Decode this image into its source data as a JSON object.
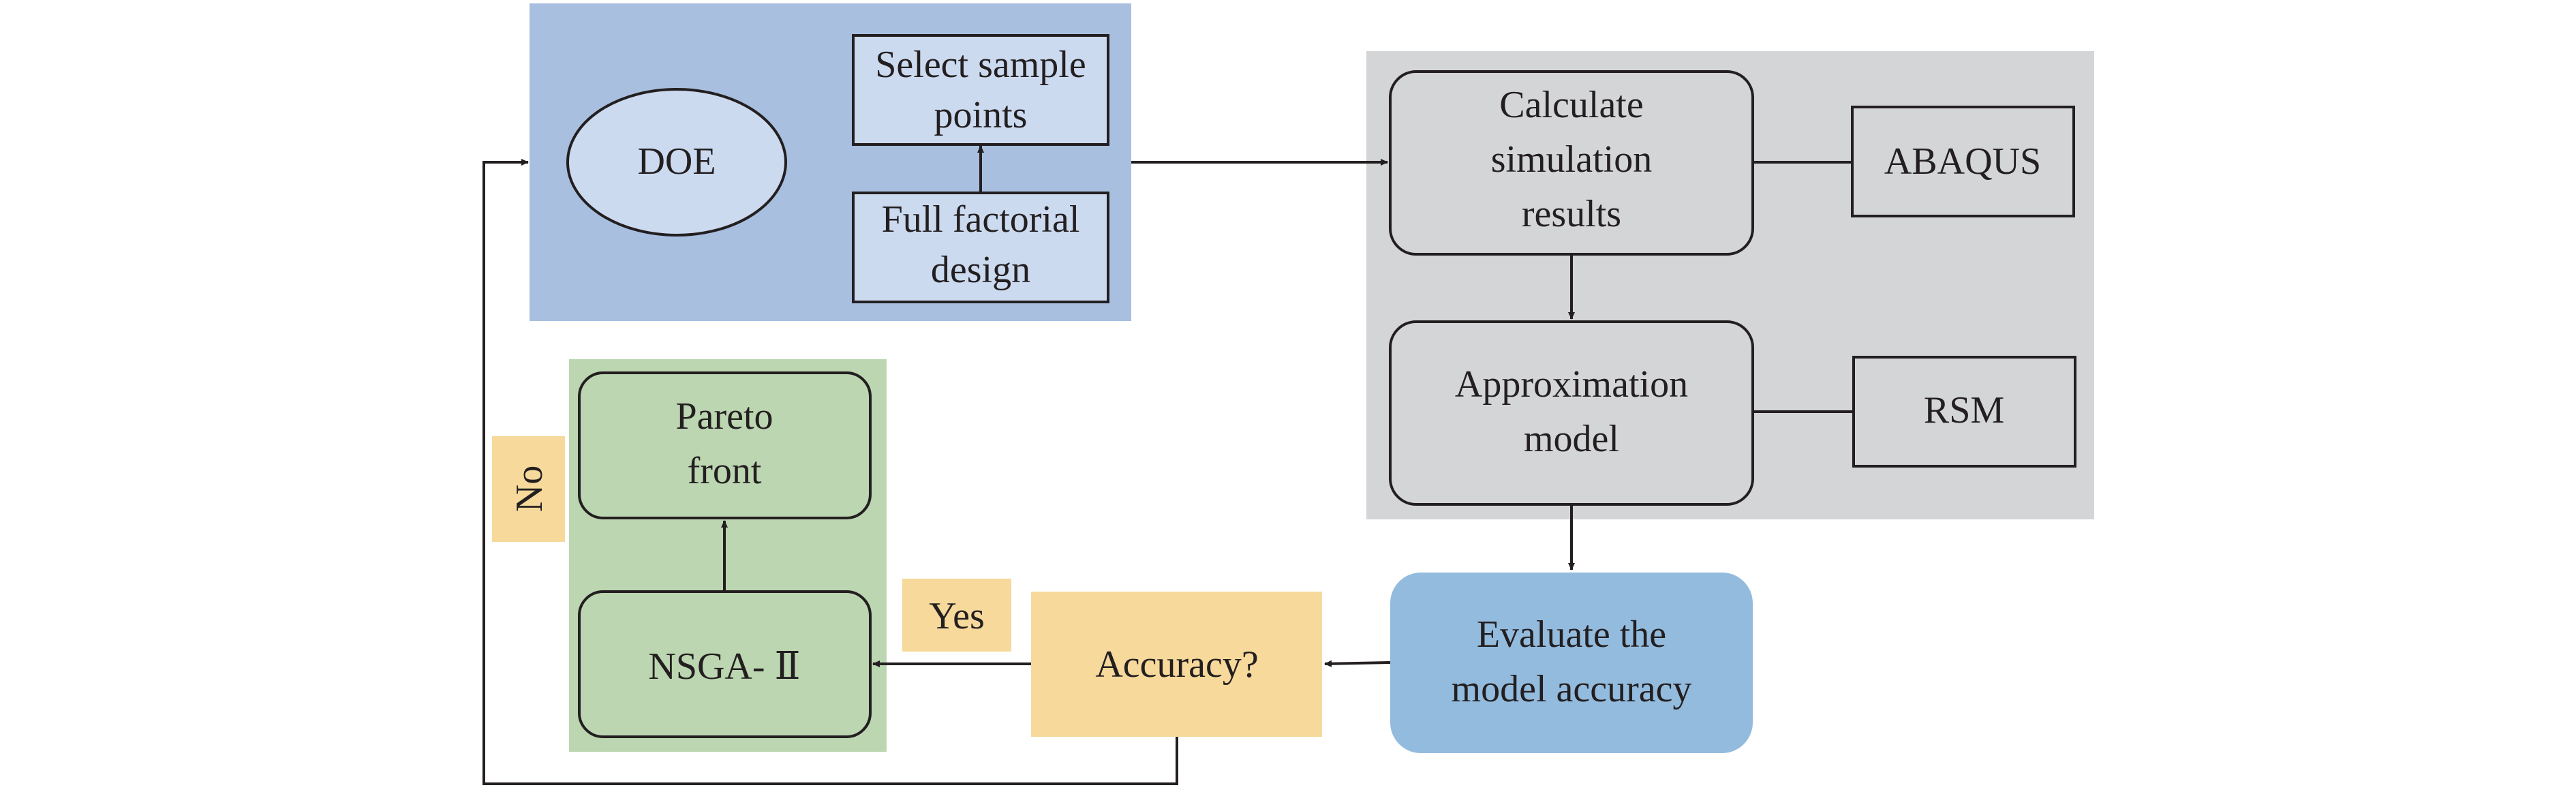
{
  "doe": {
    "ellipse_label": "DOE",
    "select_line1": "Select sample",
    "select_line2": "points",
    "full_line1": "Full factorial",
    "full_line2": "design",
    "panel_color": "#a8bfe0",
    "box_color": "#ccdaf0"
  },
  "simulation": {
    "calc_line1": "Calculate",
    "calc_line2": "simulation",
    "calc_line3": "results",
    "abaqus": "ABAQUS",
    "approx_line1": "Approximation",
    "approx_line2": "model",
    "rsm": "RSM",
    "panel_color": "#d4d5d7"
  },
  "evaluate": {
    "line1": "Evaluate the",
    "line2": "model accuracy",
    "color": "#93bbde"
  },
  "decision": {
    "accuracy": "Accuracy?",
    "yes": "Yes",
    "no": "No",
    "color": "#f6d99b"
  },
  "optimization": {
    "pareto_line1": "Pareto",
    "pareto_line2": "front",
    "nsga": "NSGA- Ⅱ",
    "panel_color": "#bcd6b1"
  },
  "line_color": "#231f20"
}
